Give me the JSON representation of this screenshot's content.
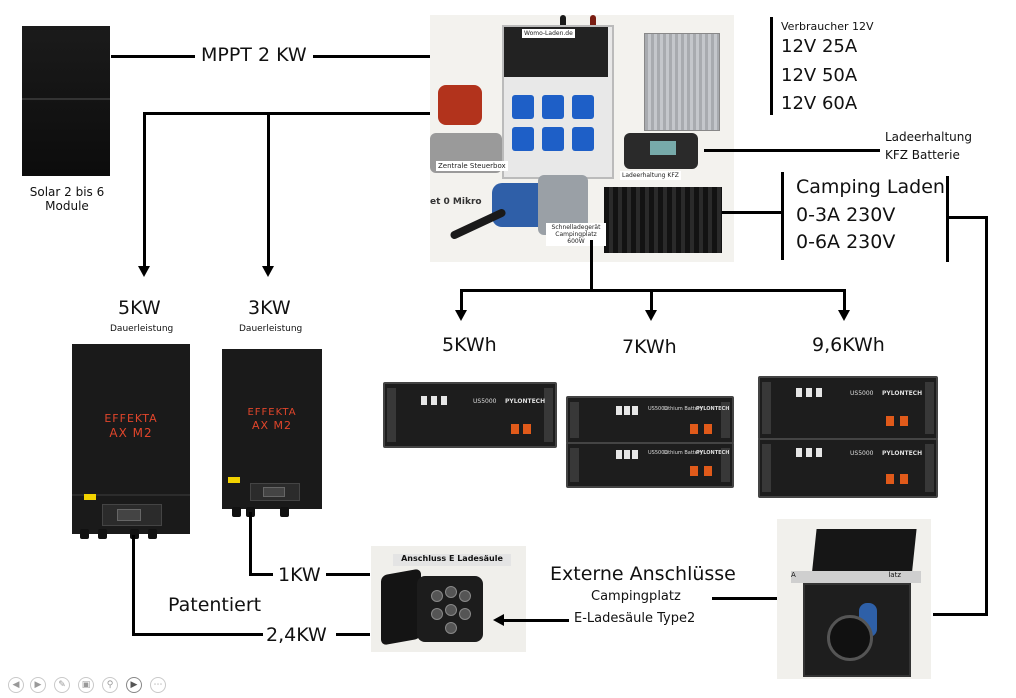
{
  "labels": {
    "mppt": "MPPT 2 KW",
    "solar_line1": "Solar 2 bis 6",
    "solar_line2": "Module",
    "consumers_title": "Verbraucher 12V",
    "consumers": [
      "12V 25A",
      "12V 50A",
      "12V 60A"
    ],
    "maintenance_line1": "Ladeerhaltung",
    "maintenance_line2": "KFZ Batterie",
    "camping_title": "Camping Laden",
    "camping_items": [
      "0-3A 230V",
      "0-6A 230V"
    ],
    "inv1_power": "5KW",
    "inv1_sub": "Dauerleistung",
    "inv2_power": "3KW",
    "inv2_sub": "Dauerleistung",
    "batt1": "5KWh",
    "batt2": "7KWh",
    "batt3": "9,6KWh",
    "out_1kw": "1KW",
    "patent": "Patentiert",
    "out_24kw": "2,4KW",
    "external_title": "Externe Anschlüsse",
    "external_camping": "Campingplatz",
    "external_ev": "E-Ladesäule Type2"
  },
  "photo_labels": {
    "control_top": "Womo-Laden.de",
    "control_box": "Zentrale Steuerbox",
    "charger": "Ladeerhaltung KFZ",
    "shore_charger_line1": "Schnelladegerät",
    "shore_charger_line2": "Campingplatz 600W",
    "partial_text": "et 0 Mikro",
    "ev_socket": "Anschluss E Ladesäule",
    "camping_socket_a": "A",
    "camping_socket_b": "latz"
  },
  "devices": {
    "inverter_brand": "EFFEKTA",
    "inverter_model": "AX M2",
    "battery_model": "US5000",
    "battery_brand": "PYLONTECH",
    "battery_sub": "Lithium Battery"
  },
  "colors": {
    "accent_red": "#e0452b",
    "socket_blue": "#1e5fc7",
    "battery_terminal": "#e05a1a"
  },
  "toolbar": {
    "icons": [
      "prev-icon",
      "next-icon",
      "pen-icon",
      "slides-icon",
      "zoom-icon",
      "camera-icon",
      "more-icon"
    ]
  }
}
